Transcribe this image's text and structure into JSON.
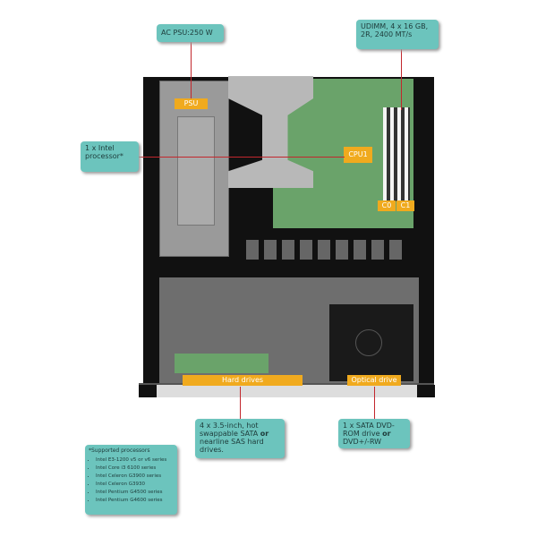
{
  "callouts": {
    "psu": "AC PSU:250 W",
    "memory": "UDIMM, 4 x 16 GB, 2R, 2400 MT/s",
    "processor": "1 x Intel processor*",
    "hard_drives_pre": "4 x 3.5-inch, hot swappable SATA ",
    "hard_drives_or": "or",
    "hard_drives_post": " nearline SAS hard drives.",
    "optical_pre": "1 x SATA DVD-ROM drive ",
    "optical_or": "or",
    "optical_post": " DVD+/-RW"
  },
  "labels": {
    "psu": "PSU",
    "cpu": "CPU1",
    "c0": "C0",
    "c1": "C1",
    "hard_drives": "Hard drives",
    "optical_drive": "Optical drive"
  },
  "supported": {
    "title": "*Supported processors",
    "items": [
      "Intel E3-1200 v5 or v6 series",
      "Intel Core i3 6100 series",
      "Intel Celeron G3900 series",
      "Intel Celeron G3930",
      "Intel Pentium G4500 series",
      "Intel Pentium G4600 series"
    ]
  },
  "colors": {
    "callout": "#6cc4bd",
    "tag": "#f0aa1e",
    "line": "#c2272d",
    "board": "#6aa36a"
  }
}
